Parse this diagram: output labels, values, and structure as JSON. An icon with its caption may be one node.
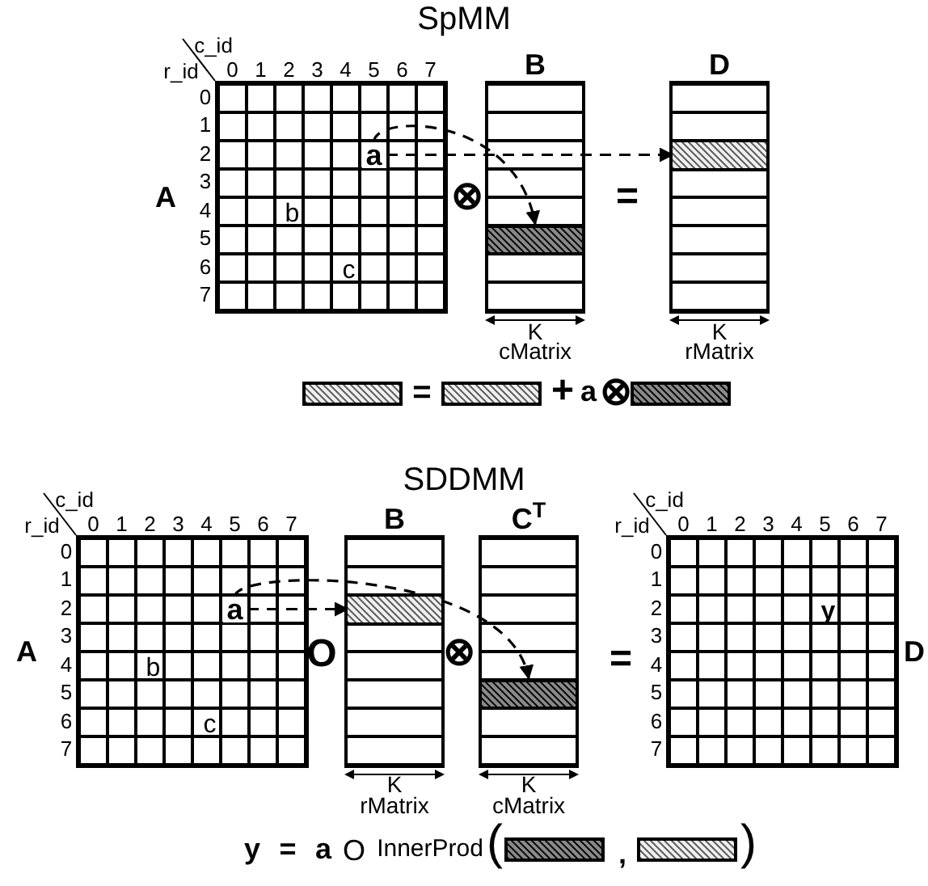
{
  "diagram": {
    "nodes": [
      {
        "text": [
          "A"
        ]
      },
      {
        "text": [
          "a"
        ],
        "in": 0
      },
      {
        "text": [
          "B"
        ],
        "beside": [
          "cMatrix"
        ]
      },
      {
        "text": [],
        "shape": "bar",
        "in": 2
      },
      {
        "text": [
          "D"
        ],
        "beside": [
          "rMatrix"
        ]
      },
      {
        "text": [],
        "shape": "bar",
        "in": 4
      },
      {
        "text": [
          "A"
        ]
      },
      {
        "text": [
          "a"
        ],
        "in": 6
      },
      {
        "text": [
          "B"
        ],
        "beside": [
          "rMatrix"
        ]
      },
      {
        "text": [],
        "shape": "bar",
        "in": 8
      },
      {
        "text": [
          "C$^{T}$"
        ],
        "beside": [
          "cMatrix"
        ]
      },
      {
        "text": [],
        "shape": "bar",
        "in": 10
      },
      {
        "text": [
          "D"
        ]
      }
    ],
    "edges": [
      {
        "from": 1,
        "to": 3,
        "arrow": "to",
        "style": "dashed"
      },
      {
        "from": 1,
        "to": 5,
        "arrow": "to",
        "style": "dashed"
      },
      {
        "from": 7,
        "to": 9,
        "arrow": "to",
        "style": "dashed"
      },
      {
        "from": 7,
        "to": 11,
        "arrow": "to",
        "style": "dashed"
      }
    ],
    "labels": [
      "SpMM",
      "c_id",
      "r_id",
      "0",
      "1",
      "2",
      "3",
      "4",
      "5",
      "6",
      "7",
      "0",
      "1",
      "2",
      "3",
      "4",
      "5",
      "6",
      "7",
      "b",
      "c",
      "⊗",
      "=",
      "K",
      "K",
      "=",
      "+",
      "a",
      "⊗",
      "SDDMM",
      "c_id",
      "r_id",
      "0",
      "1",
      "2",
      "3",
      "4",
      "5",
      "6",
      "7",
      "0",
      "1",
      "2",
      "3",
      "4",
      "5",
      "6",
      "7",
      "b",
      "c",
      "O",
      "⊗",
      "=",
      "c_id",
      "r_id",
      "0",
      "1",
      "2",
      "3",
      "4",
      "5",
      "6",
      "7",
      "0",
      "1",
      "2",
      "3",
      "4",
      "5",
      "6",
      "7",
      "y",
      "K",
      "K",
      "y",
      "=",
      "a",
      "O",
      "InnerProd",
      "(",
      ",",
      ")"
    ]
  }
}
